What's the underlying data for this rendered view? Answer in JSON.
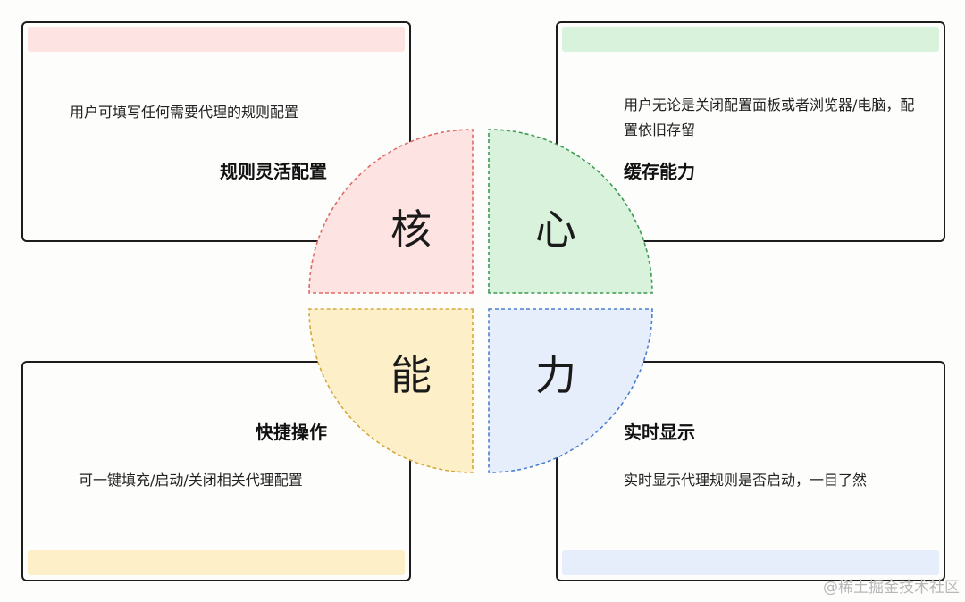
{
  "cards": {
    "top_left": {
      "title": "规则灵活配置",
      "description": "用户可填写任何需要代理的规则配置"
    },
    "top_right": {
      "title": "缓存能力",
      "description": "用户无论是关闭配置面板或者浏览器/电脑，配置依旧存留"
    },
    "bottom_left": {
      "title": "快捷操作",
      "description": "可一键填充/启动/关闭相关代理配置"
    },
    "bottom_right": {
      "title": "实时显示",
      "description": "实时显示代理规则是否启动，一目了然"
    }
  },
  "center": {
    "quadrants": [
      "核",
      "心",
      "能",
      "力"
    ]
  },
  "colors": {
    "red_fill": "#fde3e1",
    "red_stroke": "#e06b66",
    "green_fill": "#d8f2dc",
    "green_stroke": "#3f9a55",
    "yellow_fill": "#fdf0c8",
    "yellow_stroke": "#d4a93a",
    "blue_fill": "#e6eefb",
    "blue_stroke": "#4d7fcf"
  },
  "watermark": "@稀土掘金技术社区"
}
